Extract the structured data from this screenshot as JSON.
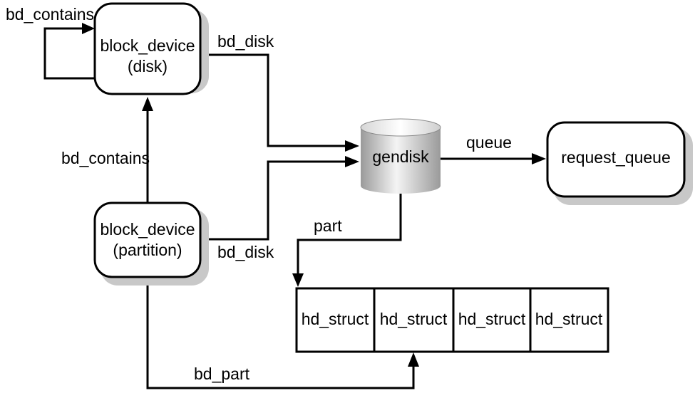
{
  "nodes": {
    "block_device_disk": {
      "line1": "block_device",
      "line2": "(disk)"
    },
    "block_device_partition": {
      "line1": "block_device",
      "line2": "(partition)"
    },
    "gendisk": {
      "label": "gendisk"
    },
    "request_queue": {
      "label": "request_queue"
    },
    "hd_struct_array": {
      "cells": [
        "hd_struct",
        "hd_struct",
        "hd_struct",
        "hd_struct"
      ]
    }
  },
  "edges": {
    "disk_self_contains": "bd_contains",
    "disk_bd_disk": "bd_disk",
    "partition_bd_contains": "bd_contains",
    "partition_bd_disk": "bd_disk",
    "gendisk_queue": "queue",
    "gendisk_part": "part",
    "partition_bd_part": "bd_part"
  },
  "colors": {
    "line": "#000000",
    "box_fill": "#ffffff",
    "shadow": "#c8c8c8",
    "cylinder_dark": "#9a9a9a",
    "cylinder_light": "#f4f4f4"
  }
}
